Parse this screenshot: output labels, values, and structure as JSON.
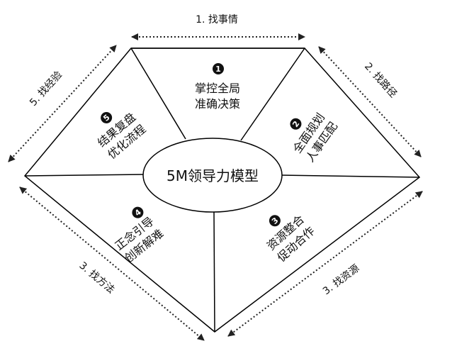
{
  "center_title": "5M领导力模型",
  "segments": [
    {
      "number": "1",
      "line1": "掌控全局",
      "line2": "准确决策"
    },
    {
      "number": "2",
      "line1": "全面规划",
      "line2": "人事匹配"
    },
    {
      "number": "3",
      "line1": "资源整合",
      "line2": "促动合作"
    },
    {
      "number": "4",
      "line1": "正念引导",
      "line2": "创新解难"
    },
    {
      "number": "5",
      "line1": "结果复盘",
      "line2": "优化流程"
    }
  ],
  "edge_labels": {
    "top": "1. 找事情",
    "right_upper": "2. 找路径",
    "right_lower": "3. 找资源",
    "left_lower": "3. 找方法",
    "left_upper": "5. 找经验"
  }
}
